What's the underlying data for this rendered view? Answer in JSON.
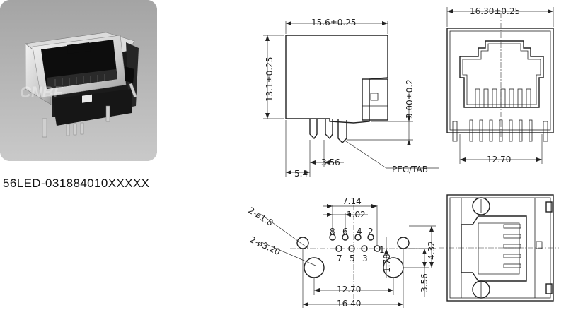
{
  "product": {
    "part_number": "56LED-031884010XXXXX",
    "watermark": "CNBF",
    "photo_alt": "RJ45 modular jack connector with LEDs"
  },
  "side_view": {
    "width_label": "15.6±0.25",
    "height_label": "13.1±0.25",
    "peg_height_label": "3.00±0.2",
    "pin_offset_label": "5.4",
    "pin_pitch_label": "3.56",
    "callout_label": "PEG/TAB"
  },
  "front_view": {
    "width_label": "16.30±0.25",
    "pin_span_label": "12.70"
  },
  "pcb_layout": {
    "peg_hole_label": "2-ø1.8",
    "mount_hole_label": "2-ø3.20",
    "span_top_label": "7.14",
    "pitch_label": "1.02",
    "pins_top": [
      "8",
      "6",
      "4",
      "2"
    ],
    "pins_bottom": [
      "7",
      "5",
      "3"
    ],
    "pin_one_label": "1",
    "row_offset_label": "1.78",
    "v_dim_label": "3.56",
    "h_dim_label": "4.32",
    "span_mid_label": "12.70",
    "span_total_label": "16 40"
  }
}
